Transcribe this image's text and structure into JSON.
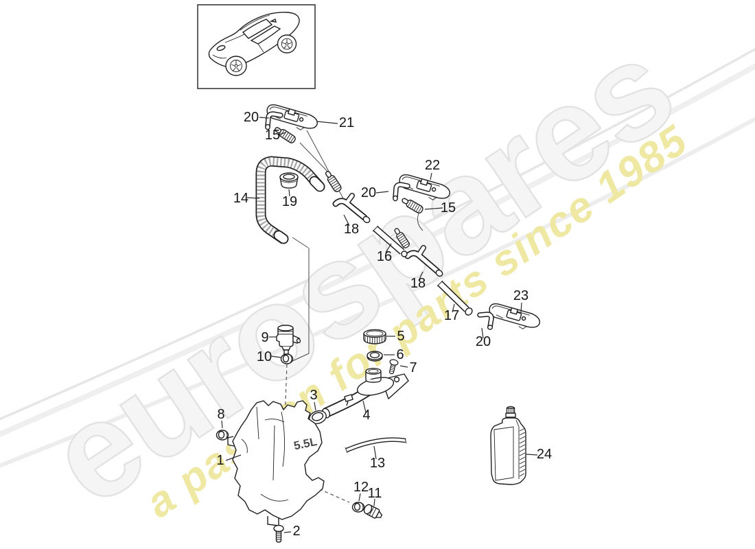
{
  "watermark": {
    "brand": "eurospares",
    "tagline": "a passion for parts since 1985",
    "brand_outline_color": "#e2e2e2",
    "tagline_color": "#efe8a2",
    "swoosh_color": "#ececec"
  },
  "diagram": {
    "title_hint": "windscreen washer system parts",
    "tank_capacity_label": "5.5L",
    "callouts": [
      {
        "part": "20"
      },
      {
        "part": "21"
      },
      {
        "part": "15"
      },
      {
        "part": "14"
      },
      {
        "part": "19"
      },
      {
        "part": "22"
      },
      {
        "part": "20"
      },
      {
        "part": "15"
      },
      {
        "part": "18"
      },
      {
        "part": "16"
      },
      {
        "part": "18"
      },
      {
        "part": "17"
      },
      {
        "part": "23"
      },
      {
        "part": "20"
      },
      {
        "part": "9"
      },
      {
        "part": "10"
      },
      {
        "part": "5"
      },
      {
        "part": "6"
      },
      {
        "part": "7"
      },
      {
        "part": "3"
      },
      {
        "part": "4"
      },
      {
        "part": "13"
      },
      {
        "part": "8"
      },
      {
        "part": "1"
      },
      {
        "part": "2"
      },
      {
        "part": "12"
      },
      {
        "part": "11"
      },
      {
        "part": "24"
      }
    ]
  }
}
